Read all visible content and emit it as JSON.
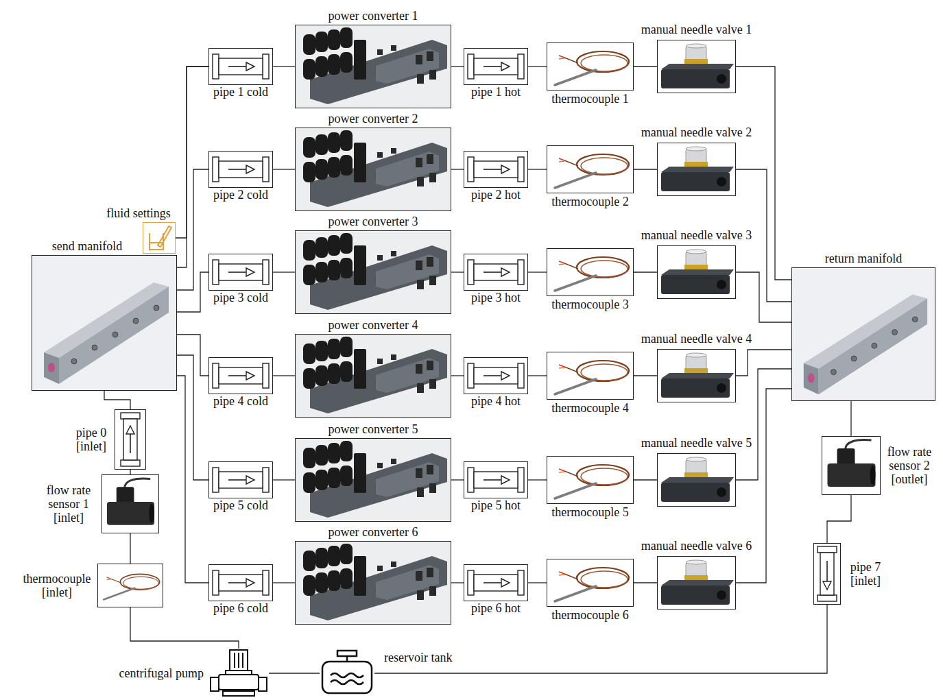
{
  "diagram": {
    "nodes": [
      {
        "text": [
          "send manifold"
        ]
      },
      {
        "text": [
          "fluid settings"
        ]
      },
      {
        "text": [
          "pipe 0 [inlet]"
        ]
      },
      {
        "text": [
          "flow rate sensor 1 [inlet]"
        ]
      },
      {
        "text": [
          "thermocouple [inlet]"
        ]
      },
      {
        "text": [
          "centrifugal pump"
        ]
      },
      {
        "text": [
          "reservoir tank"
        ]
      },
      {
        "text": [
          "pipe 1 cold"
        ]
      },
      {
        "text": [
          "power converter 1"
        ]
      },
      {
        "text": [
          "pipe 1 hot"
        ]
      },
      {
        "text": [
          "thermocouple 1"
        ]
      },
      {
        "text": [
          "manual needle valve 1"
        ]
      },
      {
        "text": [
          "pipe 2 cold"
        ]
      },
      {
        "text": [
          "power converter 2"
        ]
      },
      {
        "text": [
          "pipe 2 hot"
        ]
      },
      {
        "text": [
          "thermocouple 2"
        ]
      },
      {
        "text": [
          "manual needle valve 2"
        ]
      },
      {
        "text": [
          "pipe 3 cold"
        ]
      },
      {
        "text": [
          "power converter 3"
        ]
      },
      {
        "text": [
          "pipe 3 hot"
        ]
      },
      {
        "text": [
          "thermocouple 3"
        ]
      },
      {
        "text": [
          "manual needle valve 3"
        ]
      },
      {
        "text": [
          "pipe 4 cold"
        ]
      },
      {
        "text": [
          "power converter 4"
        ]
      },
      {
        "text": [
          "pipe 4 hot"
        ]
      },
      {
        "text": [
          "thermocouple 4"
        ]
      },
      {
        "text": [
          "manual needle valve 4"
        ]
      },
      {
        "text": [
          "pipe 5 cold"
        ]
      },
      {
        "text": [
          "power converter 5"
        ]
      },
      {
        "text": [
          "pipe 5 hot"
        ]
      },
      {
        "text": [
          "thermocouple 5"
        ]
      },
      {
        "text": [
          "manual needle valve 5"
        ]
      },
      {
        "text": [
          "pipe 6 cold"
        ]
      },
      {
        "text": [
          "power converter 6"
        ]
      },
      {
        "text": [
          "pipe 6 hot"
        ]
      },
      {
        "text": [
          "thermocouple 6"
        ]
      },
      {
        "text": [
          "manual needle valve 6"
        ]
      },
      {
        "text": [
          "return manifold"
        ]
      },
      {
        "text": [
          "flow rate sensor 2 [outlet]"
        ]
      },
      {
        "text": [
          "pipe 7 [inlet]"
        ]
      }
    ],
    "edges": [
      {
        "from": 5,
        "to": 4,
        "arrow": "none"
      },
      {
        "from": 4,
        "to": 3,
        "arrow": "none"
      },
      {
        "from": 3,
        "to": 2,
        "arrow": "none"
      },
      {
        "from": 2,
        "to": 0,
        "arrow": "none"
      },
      {
        "from": 1,
        "to": 7,
        "arrow": "none"
      },
      {
        "from": 0,
        "to": 7,
        "arrow": "none"
      },
      {
        "from": 0,
        "to": 12,
        "arrow": "none"
      },
      {
        "from": 0,
        "to": 17,
        "arrow": "none"
      },
      {
        "from": 0,
        "to": 22,
        "arrow": "none"
      },
      {
        "from": 0,
        "to": 27,
        "arrow": "none"
      },
      {
        "from": 0,
        "to": 32,
        "arrow": "none"
      },
      {
        "from": 7,
        "to": 8,
        "arrow": "none"
      },
      {
        "from": 8,
        "to": 9,
        "arrow": "none"
      },
      {
        "from": 9,
        "to": 10,
        "arrow": "none"
      },
      {
        "from": 10,
        "to": 11,
        "arrow": "none"
      },
      {
        "from": 11,
        "to": 37,
        "arrow": "none"
      },
      {
        "from": 12,
        "to": 13,
        "arrow": "none"
      },
      {
        "from": 13,
        "to": 14,
        "arrow": "none"
      },
      {
        "from": 14,
        "to": 15,
        "arrow": "none"
      },
      {
        "from": 15,
        "to": 16,
        "arrow": "none"
      },
      {
        "from": 16,
        "to": 37,
        "arrow": "none"
      },
      {
        "from": 17,
        "to": 18,
        "arrow": "none"
      },
      {
        "from": 18,
        "to": 19,
        "arrow": "none"
      },
      {
        "from": 19,
        "to": 20,
        "arrow": "none"
      },
      {
        "from": 20,
        "to": 21,
        "arrow": "none"
      },
      {
        "from": 21,
        "to": 37,
        "arrow": "none"
      },
      {
        "from": 22,
        "to": 23,
        "arrow": "none"
      },
      {
        "from": 23,
        "to": 24,
        "arrow": "none"
      },
      {
        "from": 24,
        "to": 25,
        "arrow": "none"
      },
      {
        "from": 25,
        "to": 26,
        "arrow": "none"
      },
      {
        "from": 26,
        "to": 37,
        "arrow": "none"
      },
      {
        "from": 27,
        "to": 28,
        "arrow": "none"
      },
      {
        "from": 28,
        "to": 29,
        "arrow": "none"
      },
      {
        "from": 29,
        "to": 30,
        "arrow": "none"
      },
      {
        "from": 30,
        "to": 31,
        "arrow": "none"
      },
      {
        "from": 31,
        "to": 37,
        "arrow": "none"
      },
      {
        "from": 32,
        "to": 33,
        "arrow": "none"
      },
      {
        "from": 33,
        "to": 34,
        "arrow": "none"
      },
      {
        "from": 34,
        "to": 35,
        "arrow": "none"
      },
      {
        "from": 35,
        "to": 36,
        "arrow": "none"
      },
      {
        "from": 36,
        "to": 37,
        "arrow": "none"
      },
      {
        "from": 37,
        "to": 38,
        "arrow": "none"
      },
      {
        "from": 38,
        "to": 39,
        "arrow": "none"
      },
      {
        "from": 39,
        "to": 6,
        "arrow": "none"
      },
      {
        "from": 6,
        "to": 5,
        "arrow": "none"
      }
    ]
  }
}
